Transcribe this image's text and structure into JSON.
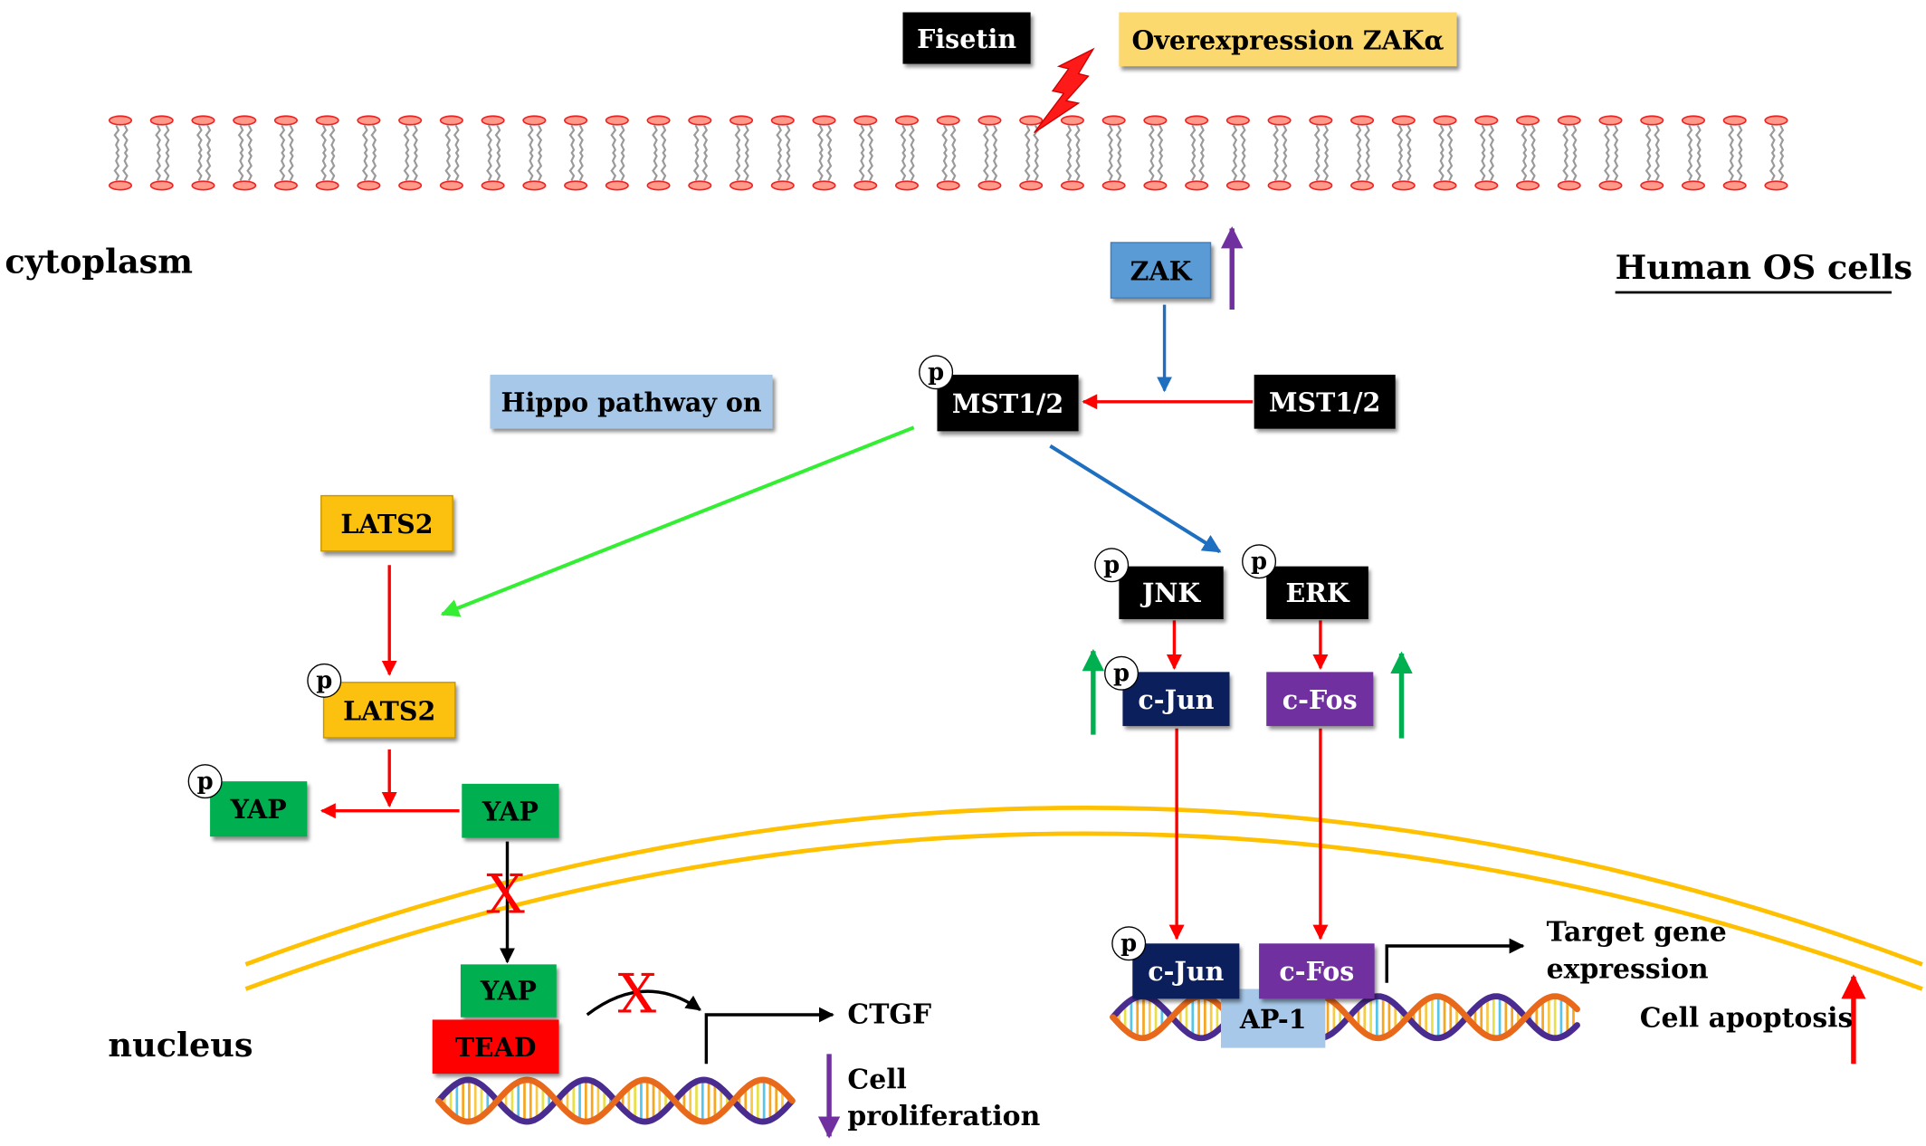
{
  "labels": {
    "fisetin": "Fisetin",
    "overexpression": "Overexpression ZAKα",
    "cytoplasm": "cytoplasm",
    "human_os": "Human OS cells",
    "zak": "ZAK",
    "hippo": "Hippo pathway on",
    "mst_p": "MST1/2",
    "mst": "MST1/2",
    "lats2": "LATS2",
    "lats2_p": "LATS2",
    "yap_p": "YAP",
    "yap": "YAP",
    "yap_nuc": "YAP",
    "tead": "TEAD",
    "ctgf": "CTGF",
    "cell_prolif_1": "Cell",
    "cell_prolif_2": "proliferation",
    "nucleus": "nucleus",
    "jnk": "JNK",
    "erk": "ERK",
    "cjun": "c-Jun",
    "cfos": "c-Fos",
    "cjun_nuc": "c-Jun",
    "cfos_nuc": "c-Fos",
    "ap1": "AP-1",
    "target_1": "Target gene",
    "target_2": "expression",
    "apoptosis": "Cell apoptosis",
    "phospho": "p",
    "inhibit_mark": "X"
  },
  "colors": {
    "black_box": "#000000",
    "gold_box": "#fcc00e",
    "pale_yellow_box": "#fcd96e",
    "zak_box": "#5b9bd5",
    "pale_blue_box": "#a7c8e8",
    "yap_green": "#00b050",
    "tead_red": "#ff0000",
    "cjun_navy": "#0a1f5c",
    "cfos_purple": "#7030a0",
    "arrow_red": "#ff0000",
    "arrow_blue": "#1f6fc0",
    "arrow_lime": "#33ee33",
    "arrow_purple": "#7030a0",
    "arrow_green": "#00b050",
    "membrane_yellow": "#ffc000"
  },
  "icons": [
    "lightning-bolt-icon",
    "phospholipid-bilayer",
    "dna-helix-icon"
  ]
}
